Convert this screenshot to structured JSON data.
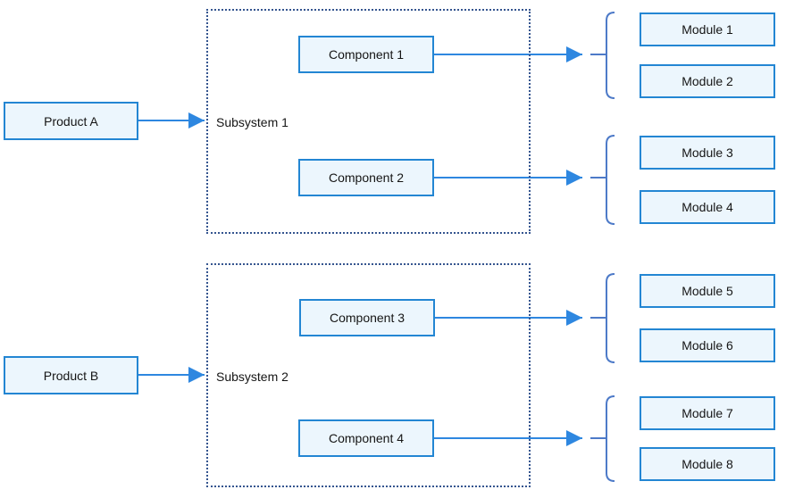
{
  "diagram": {
    "type": "product-decomposition-flow",
    "colors": {
      "node_border": "#2386d3",
      "node_fill": "#ecf6fd",
      "arrow": "#2e87e0",
      "subsystem_dotted_border": "#35558f",
      "brace": "#4d7ac8",
      "text": "#151515",
      "background": "#ffffff"
    },
    "products": [
      {
        "label": "Product A"
      },
      {
        "label": "Product B"
      }
    ],
    "subsystems": [
      {
        "label": "Subsystem 1",
        "components": [
          {
            "label": "Component 1",
            "modules": [
              "Module 1",
              "Module 2"
            ]
          },
          {
            "label": "Component 2",
            "modules": [
              "Module 3",
              "Module 4"
            ]
          }
        ]
      },
      {
        "label": "Subsystem 2",
        "components": [
          {
            "label": "Component 3",
            "modules": [
              "Module 5",
              "Module 6"
            ]
          },
          {
            "label": "Component 4",
            "modules": [
              "Module 7",
              "Module 8"
            ]
          }
        ]
      }
    ]
  }
}
